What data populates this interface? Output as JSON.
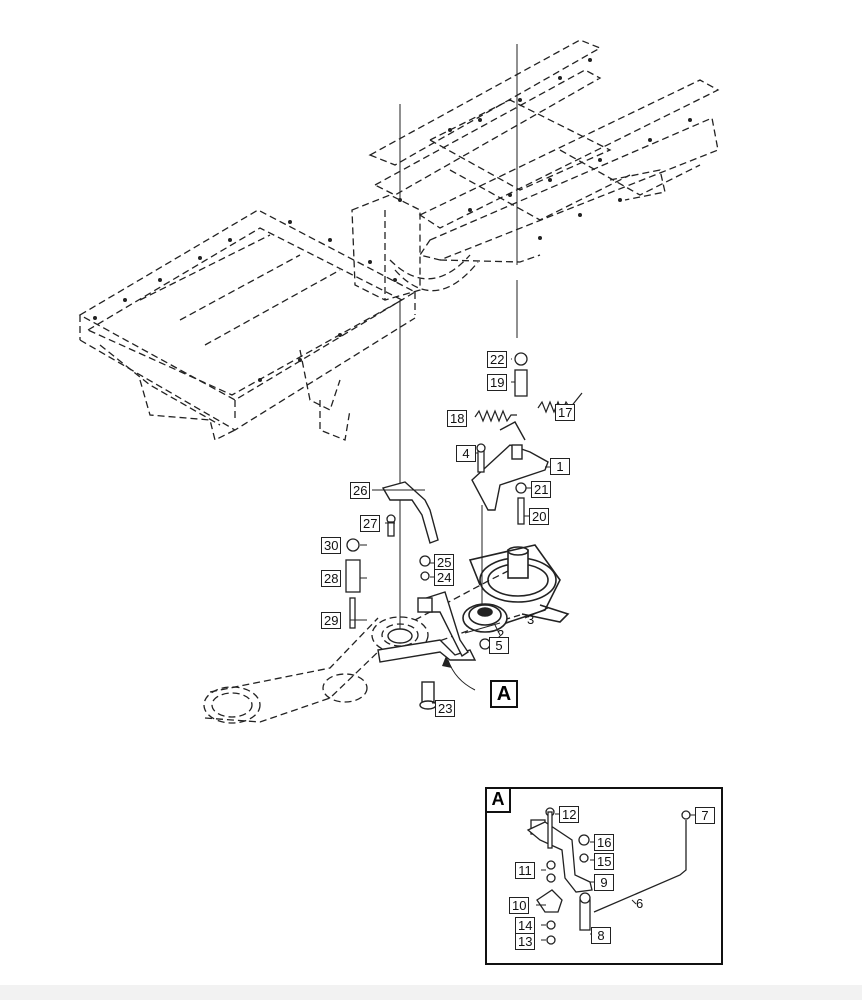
{
  "diagram": {
    "view_label": "A",
    "detail_label": "A",
    "callouts": {
      "c1": "1",
      "c2": "2",
      "c3": "3",
      "c4": "4",
      "c5": "5",
      "c6": "6",
      "c7": "7",
      "c8": "8",
      "c9": "9",
      "c10": "10",
      "c11": "11",
      "c12": "12",
      "c13": "13",
      "c14": "14",
      "c15": "15",
      "c16": "16",
      "c17": "17",
      "c18": "18",
      "c19": "19",
      "c20": "20",
      "c21": "21",
      "c22": "22",
      "c23": "23",
      "c24": "24",
      "c25": "25",
      "c26": "26",
      "c27": "27",
      "c28": "28",
      "c29": "29",
      "c30": "30"
    }
  },
  "colors": {
    "line": "#222222",
    "background": "#ffffff"
  }
}
